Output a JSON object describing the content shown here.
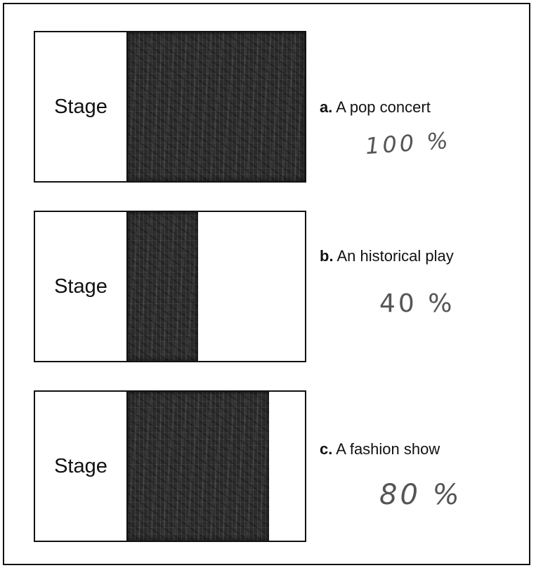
{
  "stage_label": "Stage",
  "options": [
    {
      "letter": "a.",
      "text": "A pop concert",
      "handwritten": "100 %",
      "shaded_fraction": 1.0
    },
    {
      "letter": "b.",
      "text": "An historical play",
      "handwritten": "40 %",
      "shaded_fraction": 0.4
    },
    {
      "letter": "c.",
      "text": "A fashion show",
      "handwritten": "80 %",
      "shaded_fraction": 0.8
    }
  ],
  "colors": {
    "line": "#111111",
    "shade": "#2b2b2b",
    "handwriting": "#555555"
  }
}
